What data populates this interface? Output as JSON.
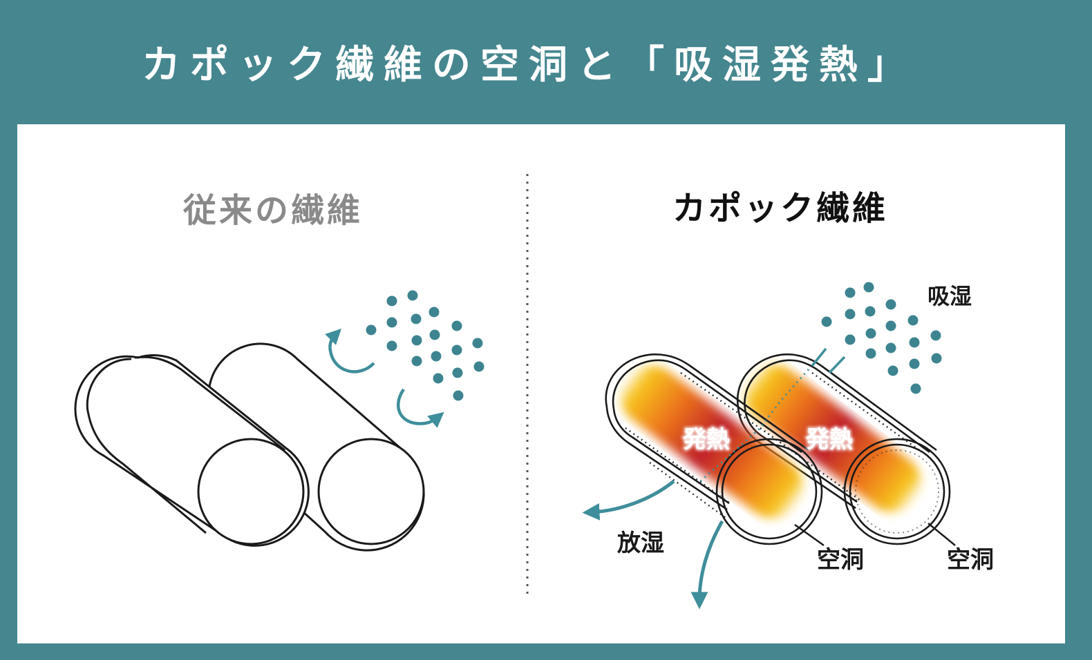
{
  "header": {
    "title": "カポック繊維の空洞と「吸湿発熱」"
  },
  "left_panel": {
    "heading": "従来の繊維",
    "description_visual": "two plain solid cylinders; moisture dots bounce away (curved arrows)"
  },
  "right_panel": {
    "heading": "カポック繊維",
    "labels": {
      "absorb": "吸湿",
      "release": "放湿",
      "heat_1": "発熱",
      "heat_2": "発熱",
      "hollow_1": "空洞",
      "hollow_2": "空洞"
    }
  },
  "colors": {
    "frame_teal": "#45868f",
    "moisture_dot": "#3d8490",
    "arrow": "#3f8e9b",
    "heat_core": "#c0202a",
    "heat_mid": "#ee7a1a",
    "heat_edge": "#f6c21d",
    "left_heading": "#8a8a8a",
    "right_heading": "#111111"
  }
}
